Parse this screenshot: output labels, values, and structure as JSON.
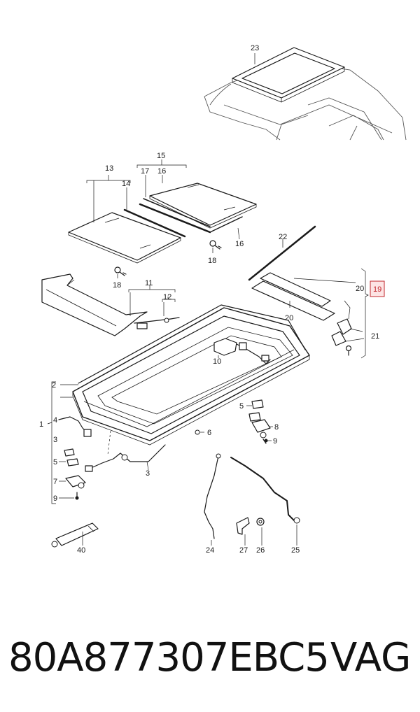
{
  "diagram": {
    "callouts": [
      "23",
      "13",
      "14",
      "15",
      "17",
      "16",
      "16",
      "18",
      "18",
      "22",
      "20",
      "19",
      "20",
      "21",
      "11",
      "12",
      "10",
      "2",
      "1",
      "4",
      "3",
      "5",
      "7",
      "9",
      "6",
      "5",
      "8",
      "9",
      "3",
      "40",
      "24",
      "27",
      "26",
      "25"
    ],
    "highlight_color": "#c0272d",
    "highlight_fill": "#fde4e4"
  },
  "footer": {
    "part_number": "80A877307EBC5",
    "brand": "VAG"
  }
}
